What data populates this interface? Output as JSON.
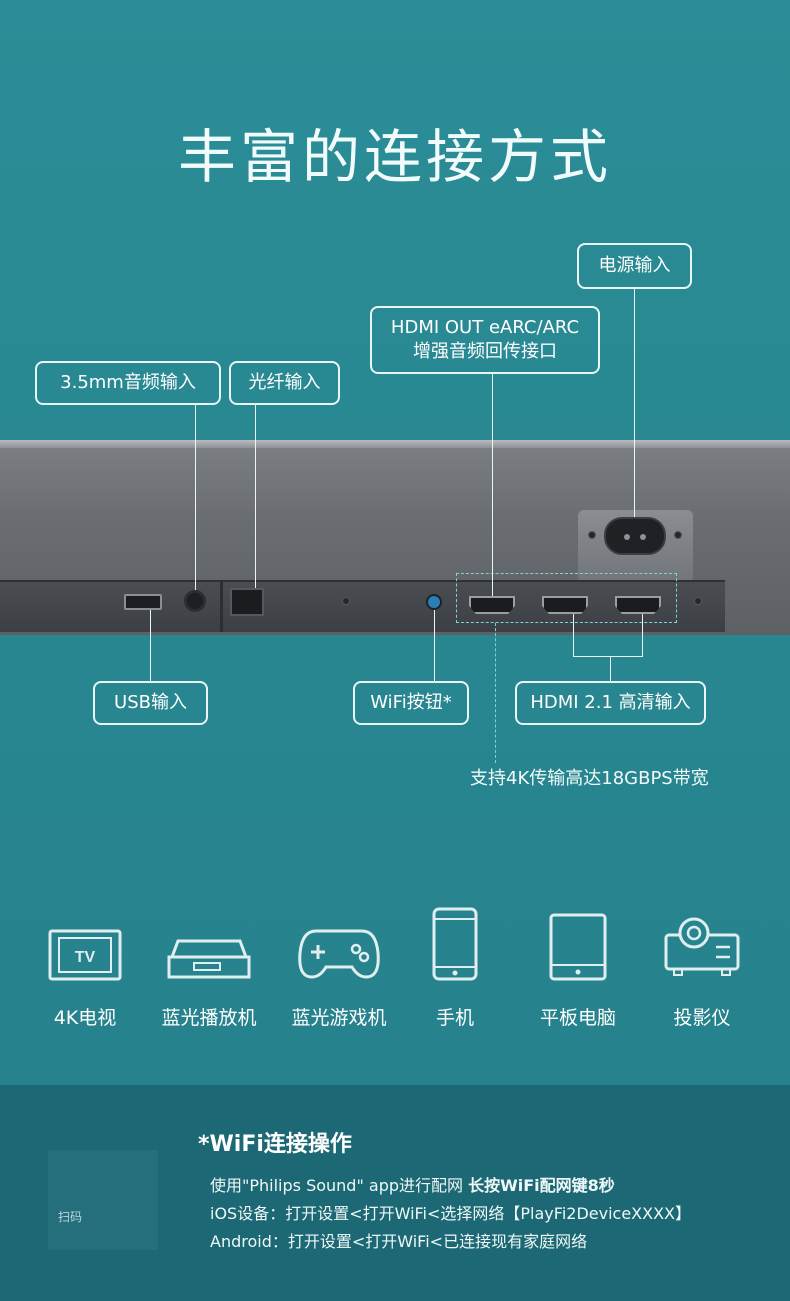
{
  "title": "丰富的连接方式",
  "labels": {
    "power": "电源输入",
    "hdmi_out_line1": "HDMI OUT eARC/ARC",
    "hdmi_out_line2": "增强音频回传接口",
    "audio35": "3.5mm音频输入",
    "optical": "光纤输入",
    "usb": "USB输入",
    "wifi": "WiFi按钮*",
    "hdmi_in": "HDMI 2.1 高清输入"
  },
  "bandwidth_note": "支持4K传输高达18GBPS带宽",
  "devices": [
    {
      "label": "4K电视",
      "icon": "tv-icon"
    },
    {
      "label": "蓝光播放机",
      "icon": "bluray-player-icon"
    },
    {
      "label": "蓝光游戏机",
      "icon": "game-controller-icon"
    },
    {
      "label": "手机",
      "icon": "phone-icon"
    },
    {
      "label": "平板电脑",
      "icon": "tablet-icon"
    },
    {
      "label": "投影仪",
      "icon": "projector-icon"
    }
  ],
  "tv_icon_text": "TV",
  "footer": {
    "title": "*WiFi连接操作",
    "line1_prefix": "使用\"Philips Sound\" app进行配网 ",
    "line1_bold": "长按WiFi配网键8秒",
    "line2": "iOS设备：打开设置<打开WiFi<选择网络【PlayFi2DeviceXXXX】",
    "line3": "Android：打开设置<打开WiFi<已连接现有家庭网络",
    "qr_text": "扫码"
  },
  "colors": {
    "background": "#2a8a94",
    "footer": "#1c6874",
    "wifi_button": "#2a7fb8"
  }
}
